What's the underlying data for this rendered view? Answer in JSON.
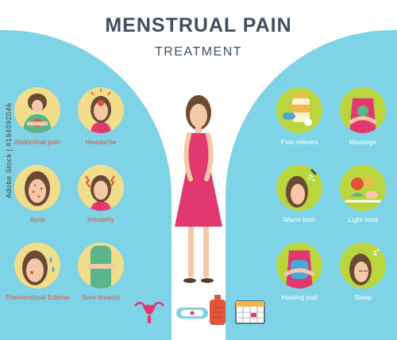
{
  "header": {
    "title": "MENSTRUAL PAIN",
    "subtitle": "TREATMENT"
  },
  "symptoms": [
    {
      "label": "Abdominal pain",
      "icon": "abdominal-pain-icon"
    },
    {
      "label": "Headache",
      "icon": "headache-icon"
    },
    {
      "label": "Acne",
      "icon": "acne-icon"
    },
    {
      "label": "Irritability",
      "icon": "irritability-icon"
    },
    {
      "label": "Premenstrual Edema",
      "icon": "edema-icon"
    },
    {
      "label": "Sore breasts",
      "icon": "sore-breasts-icon"
    }
  ],
  "treatments": [
    {
      "label": "Pain relivers",
      "icon": "pills-icon"
    },
    {
      "label": "Massage",
      "icon": "massage-icon"
    },
    {
      "label": "Warm bath",
      "icon": "shower-icon"
    },
    {
      "label": "Light food",
      "icon": "food-icon"
    },
    {
      "label": "Heating pad",
      "icon": "heating-pad-icon"
    },
    {
      "label": "Sleep",
      "icon": "sleep-icon"
    }
  ],
  "bottom_icons": [
    "uterus-icon",
    "sanitary-pad-icon",
    "hot-water-bottle-icon",
    "calendar-icon"
  ],
  "watermark": "Adobe Stock | #194092046",
  "colors": {
    "panel": "#7fd3e6",
    "symptom_circle": "#f2dd8a",
    "treatment_circle": "#b9d53d",
    "symptom_label": "#e2533a",
    "treatment_label": "#ffffff",
    "title": "#3e4f60",
    "dress": "#e0386f",
    "hair": "#6b4a33",
    "skin": "#f5c9a8"
  }
}
